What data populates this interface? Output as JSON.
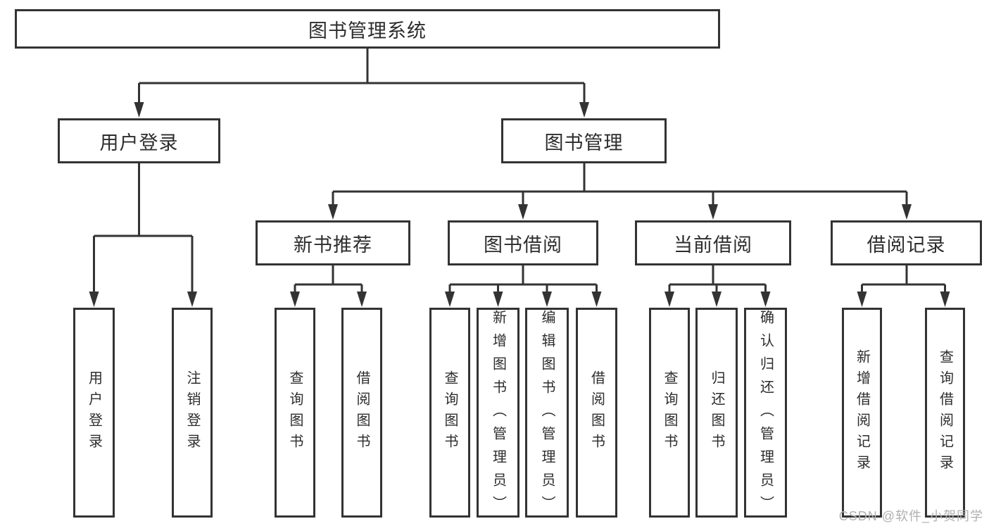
{
  "diagram": {
    "root": {
      "label": "图书管理系统"
    },
    "branches": [
      {
        "label": "用户登录",
        "children": [
          {
            "label": "用户登录"
          },
          {
            "label": "注销登录"
          }
        ]
      },
      {
        "label": "图书管理",
        "children": [
          {
            "label": "新书推荐",
            "children": [
              {
                "label": "查询图书"
              },
              {
                "label": "借阅图书"
              }
            ]
          },
          {
            "label": "图书借阅",
            "children": [
              {
                "label": "查询图书"
              },
              {
                "label": "新增图书（管理员）"
              },
              {
                "label": "编辑图书（管理员）"
              },
              {
                "label": "借阅图书"
              }
            ]
          },
          {
            "label": "当前借阅",
            "children": [
              {
                "label": "查询图书"
              },
              {
                "label": "归还图书"
              },
              {
                "label": "确认归还（管理员）"
              }
            ]
          },
          {
            "label": "借阅记录",
            "children": [
              {
                "label": "新增借阅记录"
              },
              {
                "label": "查询借阅记录"
              }
            ]
          }
        ]
      }
    ]
  },
  "watermark": {
    "text": "CSDN @软件_小贺同学"
  },
  "colors": {
    "line": "#333333",
    "text": "#2d2d2d",
    "box_background": "#ffffff",
    "watermark": "#b0b0b0"
  }
}
